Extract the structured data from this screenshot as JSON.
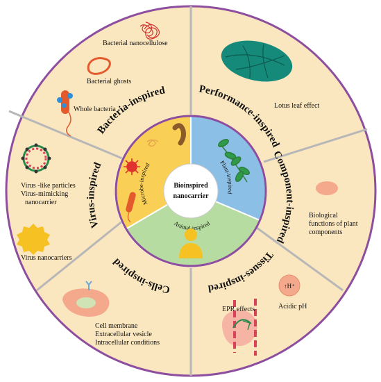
{
  "center": {
    "line1": "Bioinspired",
    "line2": "nanocarrier"
  },
  "inner_ring": {
    "microbe": "Microbe-inspired",
    "plant": "Plant-inspired",
    "animal": "Animal-inspired"
  },
  "sectors": {
    "bacteria": {
      "title": "Bacteria-inspired",
      "labels": [
        "Bacterial nanocellulose",
        "Bacterial ghosts",
        "Whole bacteria"
      ]
    },
    "performance": {
      "title": "Performance-inspired",
      "labels": [
        "Lotus leaf effect"
      ]
    },
    "component": {
      "title": "Component-inspired",
      "labels": [
        "Biological",
        "functions of plant",
        "components"
      ]
    },
    "tissues": {
      "title": "Tissues-inspired",
      "labels": [
        "EPR effects",
        "Acidic pH"
      ],
      "badge": "↑H⁺"
    },
    "cells": {
      "title": "Cells-inspired",
      "labels": [
        "Cell membrane",
        "Extracellular vesicle",
        "Intracellular conditions"
      ]
    },
    "virus": {
      "title": "Virus-inspired",
      "labels": [
        "Virus -like particles",
        "Virus-mimicking",
        "nanocarrier",
        "Virus nanocarriers"
      ]
    }
  },
  "colors": {
    "ring_border": "#8e4ea0",
    "outer_fill": "#fbe7bf",
    "divider": "#b7b7b7",
    "microbe_fill": "#f9cf55",
    "plant_fill": "#8cbfe6",
    "animal_fill": "#b7dca1",
    "center_fill": "#ffffff"
  }
}
